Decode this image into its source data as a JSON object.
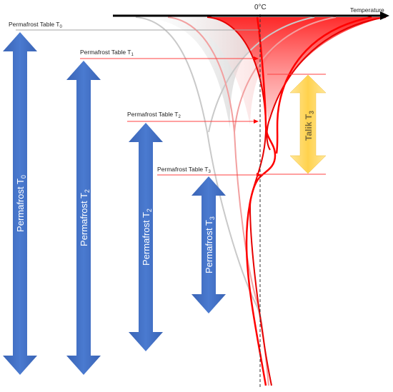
{
  "axis": {
    "temperature_label": "Temperature",
    "zero_label": "0°C"
  },
  "tables": [
    {
      "text": "Permafrost Table T",
      "sub": "0"
    },
    {
      "text": "Permafrost Table T",
      "sub": "1"
    },
    {
      "text": "Permafrost Table T",
      "sub": "2"
    },
    {
      "text": "Permafrost Table T",
      "sub": "3"
    }
  ],
  "arrows": [
    {
      "text": "Permafrost T",
      "sub": "0"
    },
    {
      "text": "Permafrost T",
      "sub": "2"
    },
    {
      "text": "Permafrost T",
      "sub": "2"
    },
    {
      "text": "Permafrost T",
      "sub": "3"
    }
  ],
  "talik": {
    "text": "Talik T",
    "sub": "3"
  },
  "colors": {
    "arrow_blue": "#4472c4",
    "talik_yellow": "#ffd966",
    "curve_gray": "#bfbfbf",
    "curve_red": "#ff0000",
    "axis_black": "#000000"
  }
}
